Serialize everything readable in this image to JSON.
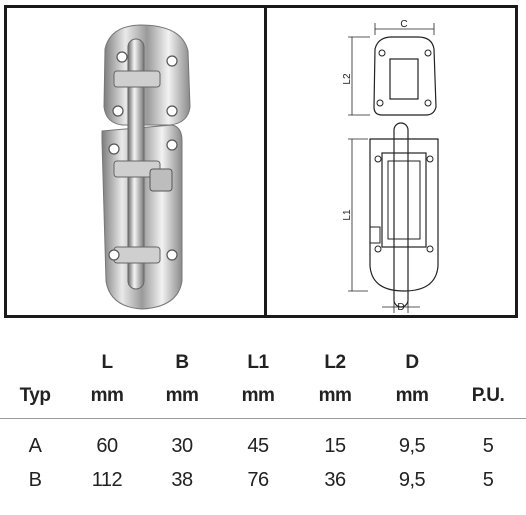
{
  "drawing_labels": {
    "c": "C",
    "l2": "L2",
    "l1": "L1",
    "d": "D"
  },
  "table": {
    "header_letters": [
      "",
      "L",
      "B",
      "L1",
      "L2",
      "D",
      ""
    ],
    "header_units": [
      "Typ",
      "mm",
      "mm",
      "mm",
      "mm",
      "mm",
      "P.U."
    ],
    "rows": [
      [
        "A",
        "60",
        "30",
        "45",
        "15",
        "9,5",
        "5"
      ],
      [
        "B",
        "112",
        "38",
        "76",
        "36",
        "9,5",
        "5"
      ]
    ]
  }
}
